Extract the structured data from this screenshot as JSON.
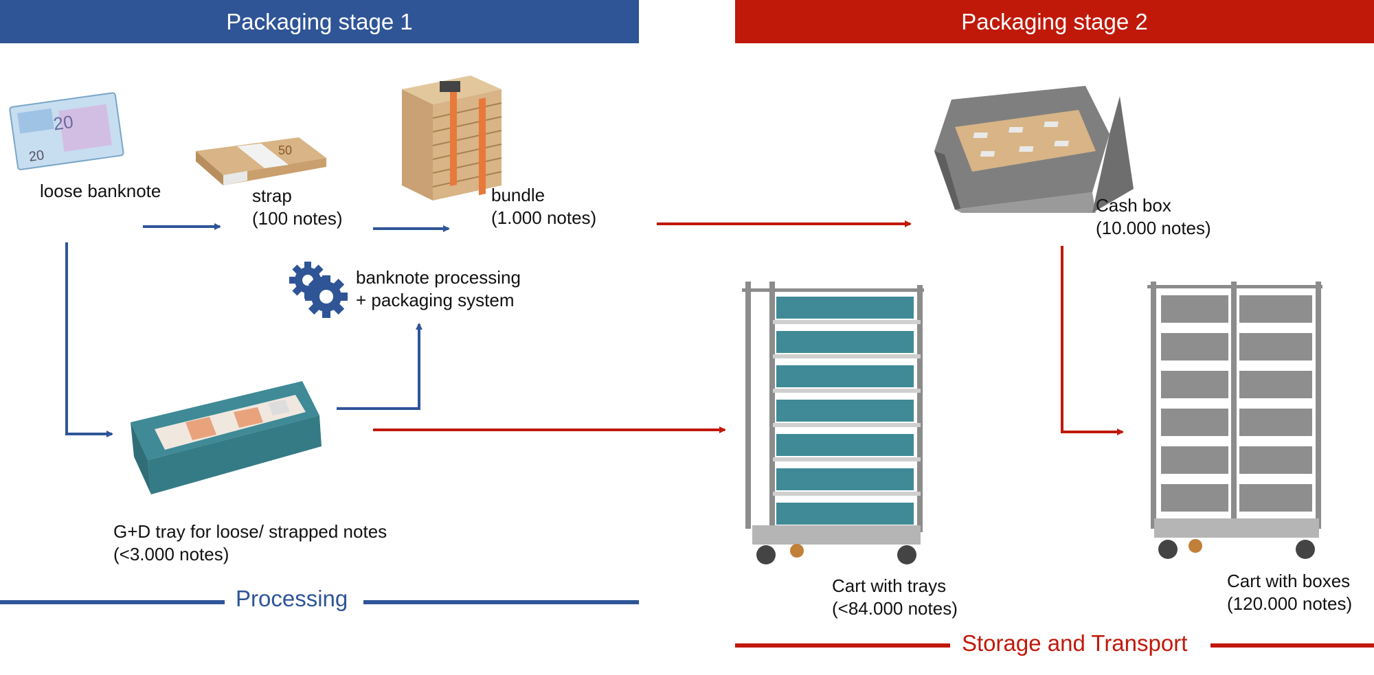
{
  "colors": {
    "blue": "#2f5597",
    "red": "#c0190a",
    "teal": "#3f8a96",
    "cardboard": "#d8b486",
    "orange": "#e8793a",
    "grey": "#8c8c8c"
  },
  "stages": {
    "stage1": "Packaging stage 1",
    "stage2": "Packaging stage 2"
  },
  "items": {
    "loose": {
      "line1": "loose banknote"
    },
    "strap": {
      "line1": "strap",
      "line2": "(100 notes)"
    },
    "bundle": {
      "line1": "bundle",
      "line2": "(1.000 notes)"
    },
    "system": {
      "line1": "banknote processing",
      "line2": "+ packaging system"
    },
    "tray": {
      "line1": "G+D tray for loose/ strapped notes",
      "line2": "(<3.000 notes)"
    },
    "cashbox": {
      "line1": "Cash box",
      "line2": "(10.000 notes)"
    },
    "cart_trays": {
      "line1": "Cart with trays",
      "line2": "(<84.000 notes)"
    },
    "cart_boxes": {
      "line1": "Cart with boxes",
      "line2": "(120.000 notes)"
    }
  },
  "icons": {
    "banknote": "banknote-icon",
    "strap": "money-strap-icon",
    "bundle": "bundle-icon",
    "gears": "gears-icon",
    "tray": "tray-icon",
    "cashbox": "cash-box-icon",
    "cart_trays": "cart-trays-icon",
    "cart_boxes": "cart-boxes-icon"
  },
  "sections": {
    "processing": "Processing",
    "storage": "Storage and Transport"
  }
}
